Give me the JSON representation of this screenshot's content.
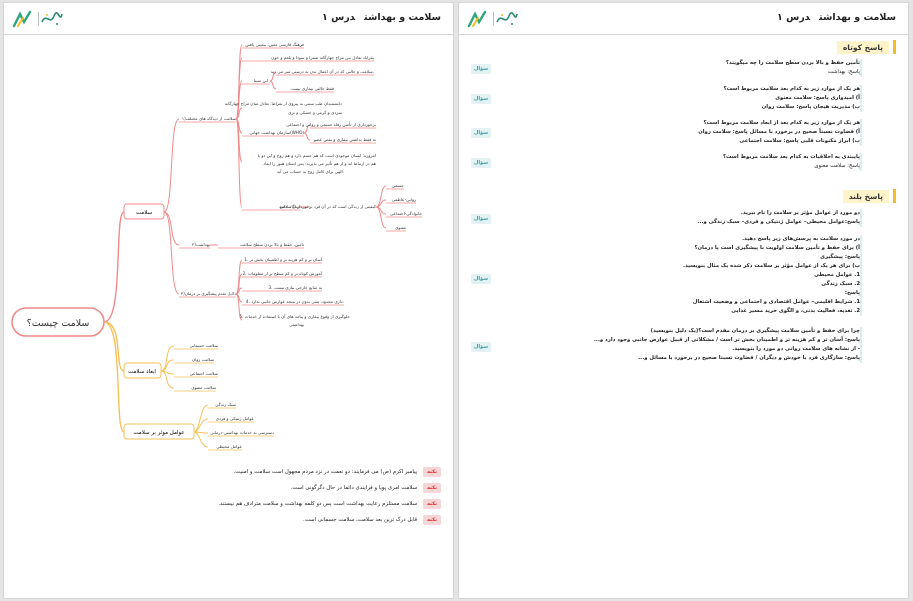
{
  "header": {
    "title": "سلامت و بهداشت",
    "lesson": "درس ۱"
  },
  "mindmap": {
    "root": "سلامت چیست؟",
    "salamat": "سلامت",
    "def_grp": "۱)سلامت از دیدگاه های مختلف",
    "farhang": "فرهنگ فارسی معین: بیعیبی یافتن",
    "darman": "بقرایاد تعادل بین مزاج چهارگانه صفرا و سودا و بلغم و خون",
    "ibn": "ابن سینا",
    "ibn1": "سلامت و حالتی که در آن اعمال بدن به درستی سر می زند.",
    "ibn2": "فقط حالتی بیماری نیست",
    "hakim1": "دانشمندان طب سنتی به پیروی از بقراط: تعادل میان مزاج چهارگانه",
    "hakim2": "سردی و گرمی و خشکی و تری",
    "who": "سازمان بهداشت جهانی(WHO)",
    "who1": "برخورداری از تأمین رفاه جسمی و روانی و اجتماعی",
    "who2": "نه فقط نداشتن بیماری و نقص عضو",
    "new1": "امروزه: انسان موجودی است که هم جسم دارد و هم روح و این دو با",
    "new2": "هم در ارتباط اند و از هم تأثیر می پذیرند؛ پس انسان هنوز را ابعاد",
    "new3": "الهی برای کامل روح به حساب می آید.",
    "jame": "دیدگاه جامع",
    "jame_desc": "کیفیتی از زندگی است که در آن فرد برخوردار از سلامت",
    "ab1": "جسمی",
    "ab2": "روانی-عاطفی",
    "ab3": "خانوادگی-اجتماعی",
    "ab4": "معنوی",
    "hefz_grp": "۲)بهداشت",
    "hefz": "تامین، حفظ و بالا بردن سطح سلامت",
    "pish_grp": "۳)دلایل تقدم پیشگیری بر درمان",
    "p1": "1. آسان تر و کم هزینه تر و اطمینان بخش تر",
    "p2": "2. آموزش کوتاه تر و کم سطح تر از معلومات",
    "p3": "3. به منابع خارجی نیازی نیست",
    "p4": "4. داری محدود، یعنی بدون در نتیجه عوارض جانبی ندارد.",
    "p5a": "5. جلوگیری از وقوع بیماری و پیامد های آن با استفاده از خدمات",
    "p5b": "بهداشتی",
    "abad": "ابعاد سلامت",
    "abad1": "سلامت جسمانی",
    "abad2": "سلامت روان",
    "abad3": "سلامت اجتماعی",
    "abad4": "سلامت معنوی",
    "avamel": "عوامل موثر بر سلامت",
    "av1": "سبک زندگی",
    "av2": "عوامل ژنتیکی و فردی",
    "av3": "دسترسی به خدمات بهداشتی-درمانی",
    "av4": "عوامل محیطی"
  },
  "notes": {
    "badge": "نکته",
    "items": [
      "پیامبر اکرم (ص) می فرمایند: دو نعمت در نزد مردم مجهول است سلامت و امنیت.",
      "سلامت امری پویا و فرایندی دائما در حال دگرگونی است.",
      "سلامت مستلزم رعایت بهداشت است پس دو کلمه بهداشت و سلامت مترادف هم نیستند.",
      "قابل درک ترین بعد سلامت، سلامت جسمانی است."
    ]
  },
  "short": {
    "title": "پاسخ کوتاه",
    "tag": "سؤال",
    "q1": {
      "q": "تأمین حفظ و بالا بردن سطح سلامت را چه میگویند؟",
      "a": "پاسخ: بهداشت"
    },
    "q2": {
      "q": "هر یک از موارد زیر به کدام بعد سلامت مربوط است؟",
      "l1": "آ) امیدواری      پاسخ: سلامت معنوی",
      "l2": "ب) مدیریت هیجان    پاسخ: سلامت روان"
    },
    "q3": {
      "q": "هر یک از موارد زیر به کدام بعد از ابعاد سلامت مربوط است؟",
      "l1": "آ) قضاوت نسبتاً صحیح در برخورد با مسائل   پاسخ: سلامت روان",
      "l2": "ب) ابراز مکنونات قلبی        پاسخ: سلامت اجتماعی"
    },
    "q4": {
      "q": "پایبندی به اخلاقیات به کدام بعد سلامت مربوط است؟",
      "a": "پاسخ: سلامت معنوی"
    }
  },
  "long": {
    "title": "پاسخ بلند",
    "tag": "سؤال",
    "q1": {
      "q": "دو مورد از عوامل مؤثر بر سلامت را نام ببرید.",
      "a": "پاسخ:عوامل محیطی– عوامل ژنتیکی و فردی– سبک زندگی و..."
    },
    "q2": {
      "q": "در مورد سلامت به پرسش‌های زیر پاسخ دهید.",
      "l1": "آ) برای حفظ و تأمین سلامت اولویت با پیشگیری است یا درمان؟",
      "l2": "پاسخ: پیشگیری",
      "l3": "ب) برای هر یک از عوامل مؤثر بر سلامت ذکر شده یک مثال بنویسید.",
      "l4": "1. عوامل محیطی",
      "l5": "2. سبک زندگی",
      "l6": "پاسخ:",
      "l7": "1. شرایط اقلیمی– عوامل اقتصادی و اجتماعی و وضعیت اشتغال",
      "l8": "2. تغذیه، فعالیت بدنی، و الگوی خرید مسیر غذایی"
    },
    "q3": {
      "l1": "چرا برای حفظ و تأمین سلامت پیشگیری بر درمان مقدم است؟(یک دلیل بنویسید)",
      "l2": "پاسخ: آسان تر و کم هزینه تر و اطمینان بخش تر است / مشکلاتی از قبیل عوارض جانبی وجود دارد و...",
      "l3": "- از نشانه های سلامت روانی دو مورد را بنویسید.",
      "l4": "پاسخ: سازگاری فرد با خودش و دیگران / قضاوت نسبتا صحیح در برخورد با مسائل و..."
    }
  },
  "colors": {
    "accent": "#f3bd2a",
    "branch": "#f08a8a",
    "branch2": "#f3c94a",
    "tag": "#3d9ba3"
  }
}
